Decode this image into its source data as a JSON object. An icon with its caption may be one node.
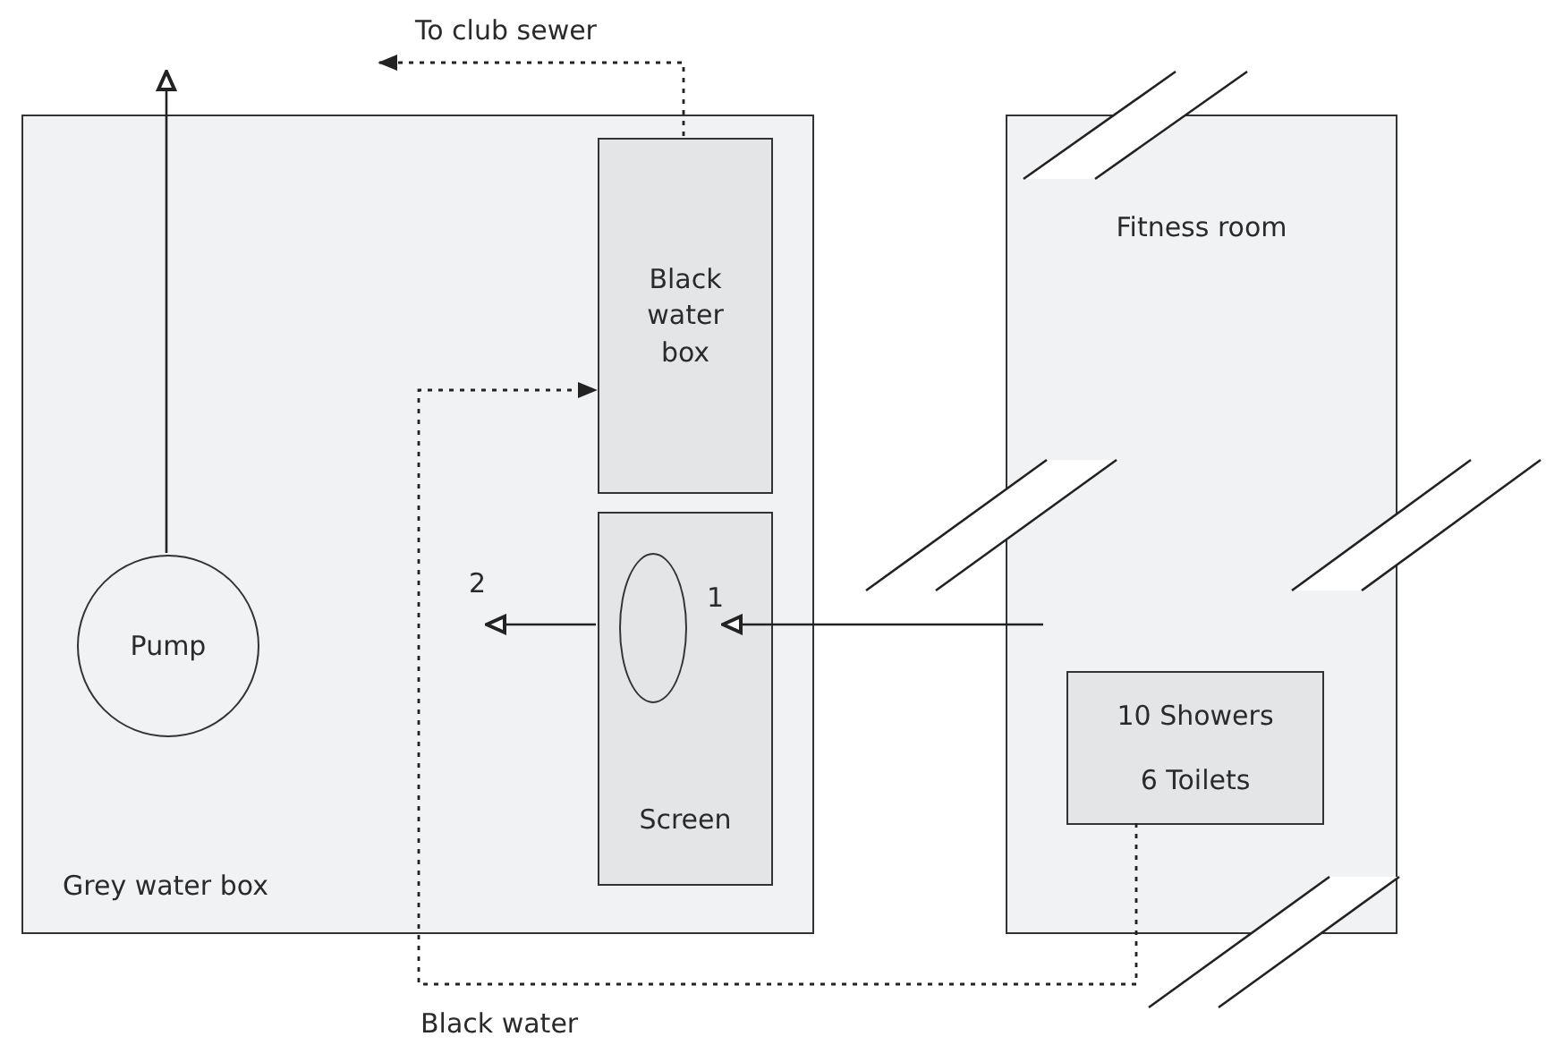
{
  "diagram": {
    "nodes": [
      {
        "text": [
          "Grey water box"
        ]
      },
      {
        "text": [
          "Black water box"
        ],
        "in": 0
      },
      {
        "text": [
          "Screen"
        ],
        "in": 0
      },
      {
        "text": [],
        "shape": "ellipse",
        "in": 2
      },
      {
        "text": [
          "Pump"
        ],
        "in": 0
      },
      {
        "text": [
          "Fitness room"
        ]
      },
      {
        "text": [
          "10 Showers",
          "6 Toilets"
        ],
        "in": 5
      }
    ],
    "edges": [
      {
        "from": 4,
        "to": null,
        "arrow": "to"
      },
      {
        "from": 1,
        "to": null,
        "arrow": "to",
        "label": "To club sewer",
        "style": "dashed"
      },
      {
        "from": 6,
        "to": 1,
        "arrow": "to",
        "label": "Black water",
        "style": "dashed"
      },
      {
        "from": null,
        "to": 3,
        "arrow": "to",
        "label": "1"
      },
      {
        "from": 2,
        "to": null,
        "arrow": "to",
        "label": "2"
      }
    ]
  }
}
